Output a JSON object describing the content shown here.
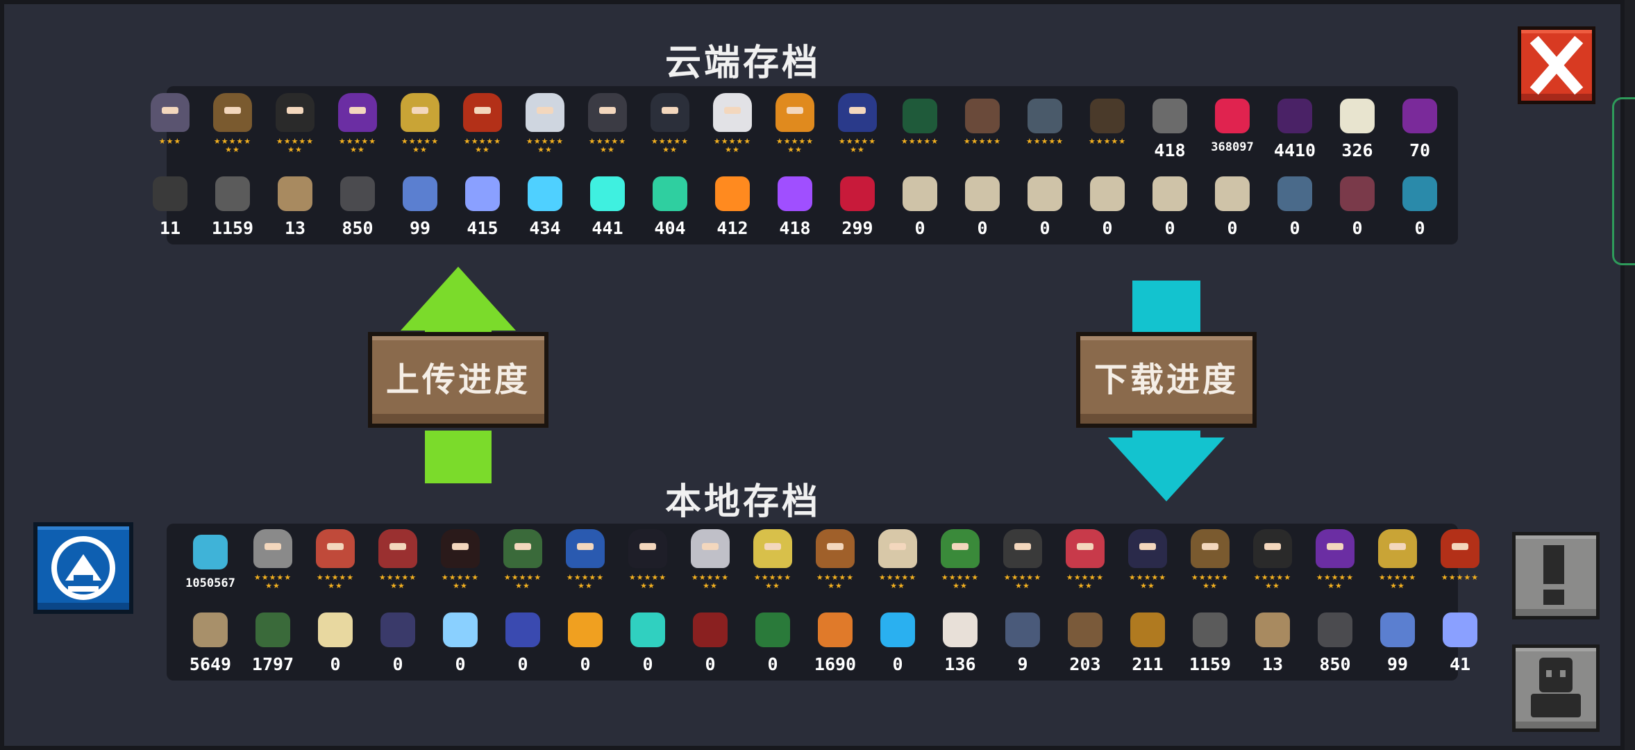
{
  "cloud": {
    "title": "云端存档",
    "characters": [
      {
        "color": "#5a5470",
        "stars": "★★★"
      },
      {
        "color": "#7a5a2f",
        "stars": "★★★★★\n★★"
      },
      {
        "color": "#2a2a2a",
        "stars": "★★★★★\n★★"
      },
      {
        "color": "#6b2ea3",
        "stars": "★★★★★\n★★"
      },
      {
        "color": "#c9a436",
        "stars": "★★★★★\n★★"
      },
      {
        "color": "#b33018",
        "stars": "★★★★★\n★★"
      },
      {
        "color": "#cfd6e0",
        "stars": "★★★★★\n★★"
      },
      {
        "color": "#3b3b44",
        "stars": "★★★★★\n★★"
      },
      {
        "color": "#2b2f3a",
        "stars": "★★★★★\n★★"
      },
      {
        "color": "#e2e2e6",
        "stars": "★★★★★\n★★"
      },
      {
        "color": "#e08a1e",
        "stars": "★★★★★\n★★"
      },
      {
        "color": "#2a3a8a",
        "stars": "★★★★★\n★★"
      }
    ],
    "extras": [
      {
        "color": "#1f5a3a",
        "label": "★★★★★"
      },
      {
        "color": "#6a4a3a",
        "label": "★★★★★"
      },
      {
        "color": "#4a5a6a",
        "label": "★★★★★"
      },
      {
        "color": "#4a3a2a",
        "label": "★★★★★"
      },
      {
        "color": "#6b6b6b",
        "label": "418"
      },
      {
        "color": "#e0234f",
        "label": "368097"
      },
      {
        "color": "#4a2266",
        "label": "4410"
      },
      {
        "color": "#e8e4cf",
        "label": "326"
      },
      {
        "color": "#7a2a9a",
        "label": "70"
      }
    ],
    "materials": [
      {
        "color": "#3a3a3a",
        "count": "11"
      },
      {
        "color": "#5b5b5b",
        "count": "1159"
      },
      {
        "color": "#a88a60",
        "count": "13"
      },
      {
        "color": "#4b4b4f",
        "count": "850"
      },
      {
        "color": "#5b7fd0",
        "count": "99"
      },
      {
        "color": "#8aa0ff",
        "count": "415"
      },
      {
        "color": "#4fd0ff",
        "count": "434"
      },
      {
        "color": "#3ff0e0",
        "count": "441"
      },
      {
        "color": "#2fcfa0",
        "count": "404"
      },
      {
        "color": "#ff8a1f",
        "count": "412"
      },
      {
        "color": "#a04fff",
        "count": "418"
      },
      {
        "color": "#c81a3a",
        "count": "299"
      },
      {
        "color": "#cfc3a8",
        "count": "0"
      },
      {
        "color": "#cfc3a8",
        "count": "0"
      },
      {
        "color": "#cfc3a8",
        "count": "0"
      },
      {
        "color": "#cfc3a8",
        "count": "0"
      },
      {
        "color": "#cfc3a8",
        "count": "0"
      },
      {
        "color": "#cfc3a8",
        "count": "0"
      },
      {
        "color": "#4a6a8a",
        "count": "0"
      },
      {
        "color": "#7a3a4a",
        "count": "0"
      },
      {
        "color": "#2a8aaa",
        "count": "0"
      }
    ]
  },
  "local": {
    "title": "本地存档",
    "characters": [
      {
        "color": "#3fb3d8",
        "stars": "1050567",
        "type": "count"
      },
      {
        "color": "#8a8a8a",
        "stars": "★★★★★\n★★"
      },
      {
        "color": "#c04a3a",
        "stars": "★★★★★\n★★"
      },
      {
        "color": "#9a3030",
        "stars": "★★★★★\n★★"
      },
      {
        "color": "#2a1a1a",
        "stars": "★★★★★\n★★"
      },
      {
        "color": "#3a6a3a",
        "stars": "★★★★★\n★★"
      },
      {
        "color": "#2a5ab0",
        "stars": "★★★★★\n★★"
      },
      {
        "color": "#1e1e28",
        "stars": "★★★★★\n★★"
      },
      {
        "color": "#c0c0c8",
        "stars": "★★★★★\n★★"
      },
      {
        "color": "#d8c04a",
        "stars": "★★★★★\n★★"
      },
      {
        "color": "#a0602a",
        "stars": "★★★★★\n★★"
      },
      {
        "color": "#d8c8a8",
        "stars": "★★★★★\n★★"
      },
      {
        "color": "#3a8a3a",
        "stars": "★★★★★\n★★"
      },
      {
        "color": "#3a3a3a",
        "stars": "★★★★★\n★★"
      },
      {
        "color": "#c83a4a",
        "stars": "★★★★★\n★★"
      },
      {
        "color": "#2a2a4a",
        "stars": "★★★★★\n★★"
      },
      {
        "color": "#7a5a2f",
        "stars": "★★★★★\n★★"
      },
      {
        "color": "#2a2a2a",
        "stars": "★★★★★\n★★"
      },
      {
        "color": "#6b2ea3",
        "stars": "★★★★★\n★★"
      },
      {
        "color": "#c9a436",
        "stars": "★★★★★\n★★"
      },
      {
        "color": "#b33018",
        "stars": "★★★★★"
      }
    ],
    "materials": [
      {
        "color": "#a8906a",
        "count": "5649"
      },
      {
        "color": "#3a6a3a",
        "count": "1797"
      },
      {
        "color": "#e8d8a0",
        "count": "0"
      },
      {
        "color": "#3a3a6a",
        "count": "0"
      },
      {
        "color": "#8ad0ff",
        "count": "0"
      },
      {
        "color": "#3a4ab0",
        "count": "0"
      },
      {
        "color": "#f0a020",
        "count": "0"
      },
      {
        "color": "#30d0c0",
        "count": "0"
      },
      {
        "color": "#8a2020",
        "count": "0"
      },
      {
        "color": "#2a7a3a",
        "count": "0"
      },
      {
        "color": "#e07a2a",
        "count": "1690"
      },
      {
        "color": "#2ab0f0",
        "count": "0"
      },
      {
        "color": "#e8e0d8",
        "count": "136"
      },
      {
        "color": "#4a5a7a",
        "count": "9"
      },
      {
        "color": "#7a5a3a",
        "count": "203"
      },
      {
        "color": "#b07a20",
        "count": "211"
      },
      {
        "color": "#5b5b5b",
        "count": "1159"
      },
      {
        "color": "#a88a60",
        "count": "13"
      },
      {
        "color": "#4b4b4f",
        "count": "850"
      },
      {
        "color": "#5b7fd0",
        "count": "99"
      },
      {
        "color": "#8aa0ff",
        "count": "41"
      }
    ]
  },
  "buttons": {
    "upload": "上传进度",
    "download": "下载进度"
  },
  "icons": {
    "close": "close-icon",
    "alert": "exclamation-icon",
    "profile": "profile-icon",
    "taptap": "taptap-logo-icon"
  },
  "colors": {
    "upload_arrow": "#7bdb2b",
    "download_arrow": "#13c3cf",
    "close": "#d83a22",
    "panel": "#1a1c24",
    "background": "#2a2d39"
  }
}
